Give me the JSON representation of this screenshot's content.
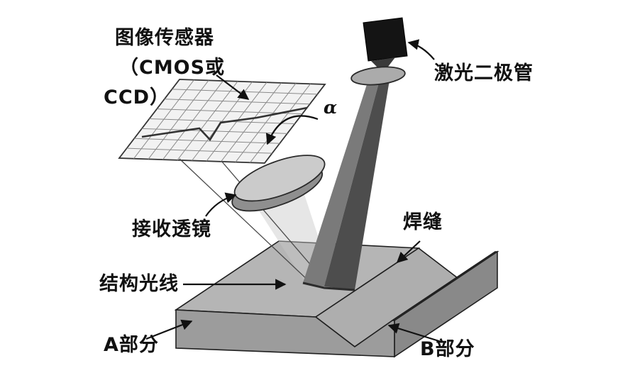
{
  "labels": {
    "image_sensor_line1": "图像传感器",
    "image_sensor_line2": "（CMOS或",
    "image_sensor_line3": "CCD）",
    "laser_diode": "激光二极管",
    "alpha": "α",
    "receiving_lens": "接收透镜",
    "weld_seam": "焊缝",
    "structured_light": "结构光线",
    "part_a": "A部分",
    "part_b": "B部分"
  },
  "colors": {
    "background": "#ffffff",
    "outline": "#1f1f1f",
    "laser_diode_body": "#141414",
    "laser_beam_dark": "#4d4d4d",
    "laser_beam_light": "#7a7a7a",
    "laser_spot_line": "#2c2c2c",
    "small_lens_fill": "#ababab",
    "receiving_lens_top": "#cbcbcb",
    "receiving_lens_body": "#8f8f8f",
    "reflected_fan": "#c7c7c7",
    "sensor_grid_fill": "#f2f2f2",
    "sensor_grid_line": "#8a8a8a",
    "sensor_trace": "#333333",
    "workpiece_top": "#b5b5b5",
    "workpiece_front": "#9c9c9c",
    "workpiece_side": "#898989",
    "groove_left": "#aeaeae",
    "groove_right": "#8c8c8c"
  }
}
